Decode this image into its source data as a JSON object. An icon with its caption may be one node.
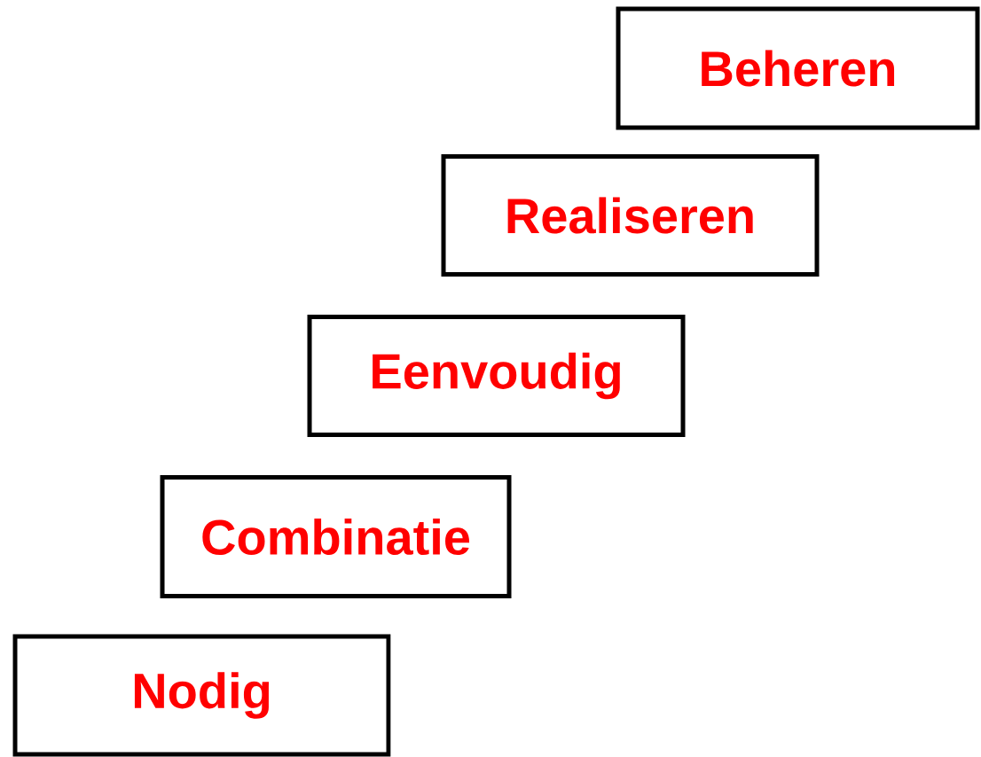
{
  "diagram": {
    "nodes": [
      {
        "text": [
          "Beheren"
        ]
      },
      {
        "text": [
          "Realiseren"
        ]
      },
      {
        "text": [
          "Eenvoudig"
        ]
      },
      {
        "text": [
          "Combinatie"
        ]
      },
      {
        "text": [
          "Nodig"
        ]
      }
    ]
  }
}
